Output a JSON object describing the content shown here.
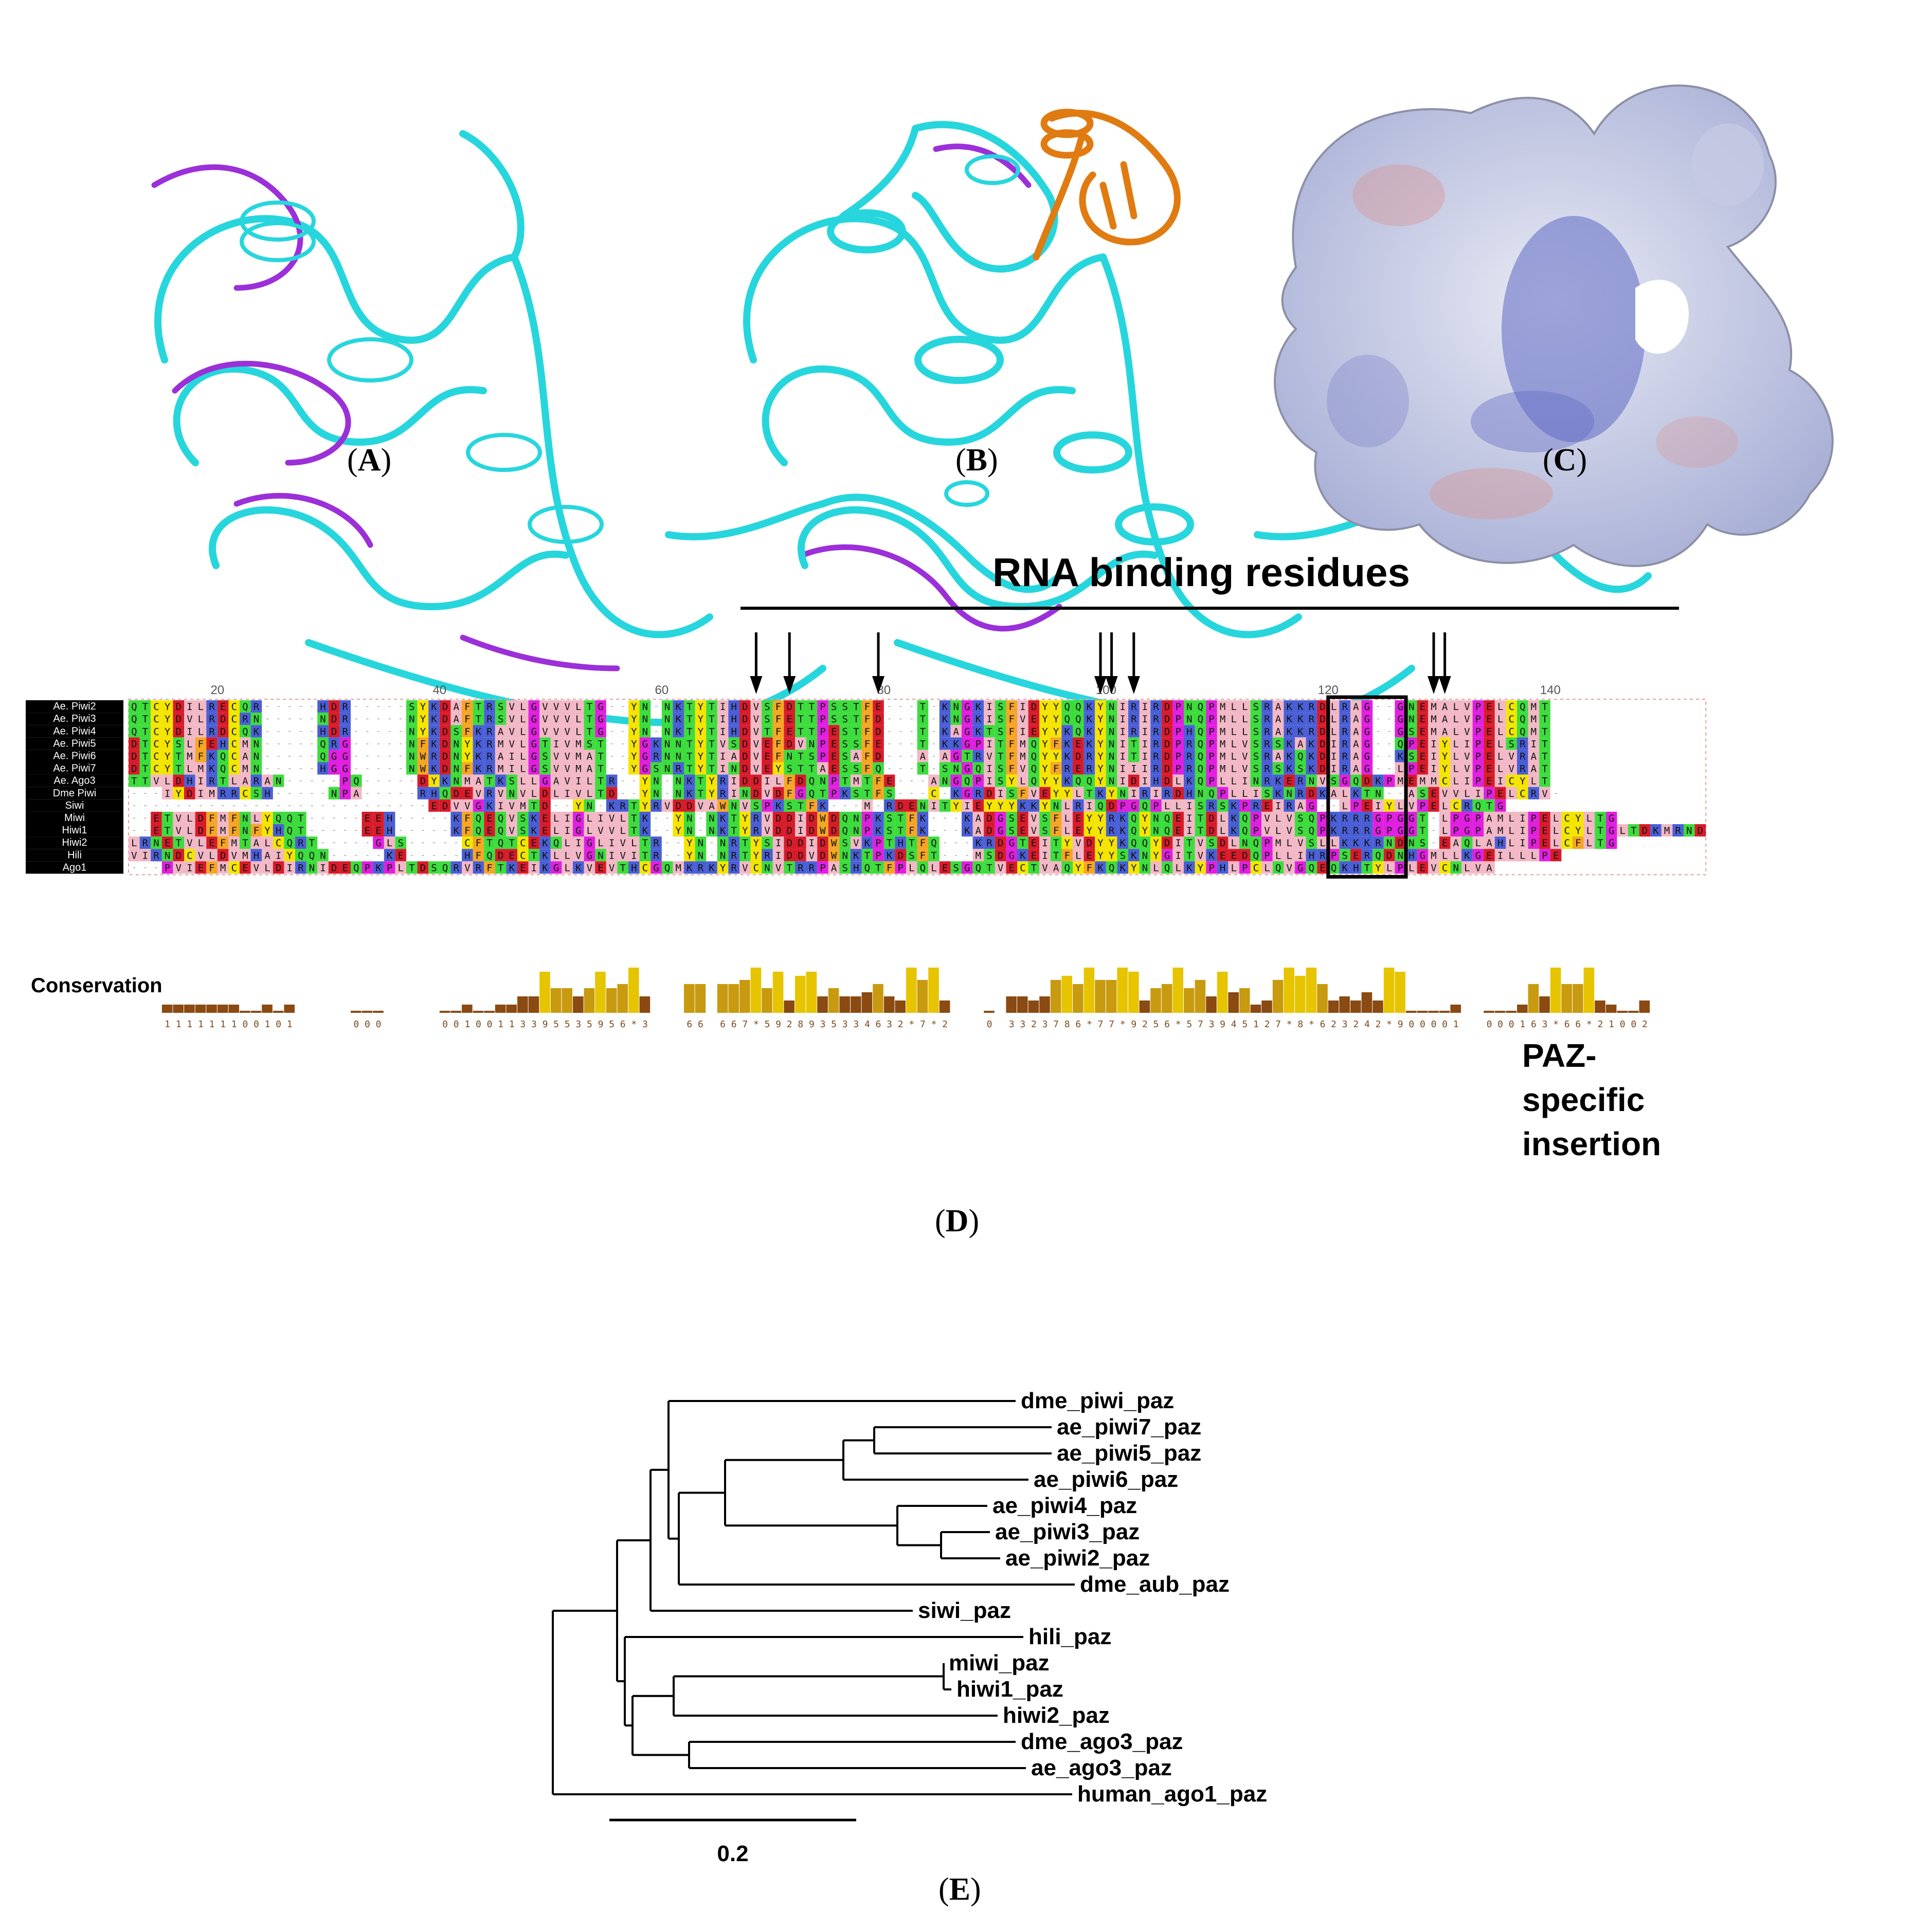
{
  "panels": {
    "a": {
      "label_open": "(",
      "letter": "A",
      "label_close": ")"
    },
    "b": {
      "label_open": "(",
      "letter": "B",
      "label_close": ")"
    },
    "c": {
      "label_open": "(",
      "letter": "C",
      "label_close": ")"
    },
    "d": {
      "label_open": "(",
      "letter": "D",
      "label_close": ")"
    },
    "e": {
      "label_open": "(",
      "letter": "E",
      "label_close": ")"
    }
  },
  "structures": {
    "a_colors": [
      "#27d6dc",
      "#9b30d9"
    ],
    "b_colors": [
      "#27d6dc",
      "#e07b12"
    ],
    "c_colors": [
      "#c9cde6",
      "#6a74c9",
      "#d9a3a3"
    ]
  },
  "alignment": {
    "header": "RNA binding residues",
    "ruler_ticks": [
      "20",
      "40",
      "60",
      "80",
      "100",
      "120",
      "140"
    ],
    "sequences": [
      {
        "name": "Ae. Piwi2",
        "seq": "QTCYDILRECQR-----HDR-----SYKDAFTRSVLGVVVLTG--YN-NKTYTIHDVSFDTTPSSTFE---T-KNGKISFIDYYQQKYNIRIRDPNQPMLLSRAKKRDLRAG--GNEMALVPELCQMT"
      },
      {
        "name": "Ae. Piwi3",
        "seq": "QTCYDVLRDCRN-----NDR-----NYKDAFTRSVLGVVVLTG--YN-NKTYTIHDVSFETTPSSTFD---T-KNGKISFVEYYQQKYNIRIRDPNQPMLLSRAKKRDLRAG--GNEMALVPELCQMT"
      },
      {
        "name": "Ae. Piwi4",
        "seq": "QTCYDILRDCQK-----HDR-----NYKDSFKRAVLGVVVLTG--YN-NKTYTIHDVTFETTPESTFD---T-KAGKTSFIEYYKQKYNIRIRDPHQPMLLSRAKKRDLRAG--GSEMALVPELCQMT"
      },
      {
        "name": "Ae. Piwi5",
        "seq": "DTCYSLFEHCMN-----QRG-----NFKDNYKRMVLGTIVMST--YGKNNTYTVSDVEFDVNPESSFE---T-KKGPITFMQYFKEKYNITIRDPRQPMLVSRSKAKDIRAG--QPEIYLIPELSRIT"
      },
      {
        "name": "Ae. Piwi6",
        "seq": "DTCYTMFKQCAN-----QGG-----NWRDNYKRAILGSVVMAT--YGRNNTYTIADVEFNTSPESAFD---A-AGTRVTFMQYYKDRYNITIRDPRQPMLVSRAKQKDIRAG--KSEIYLVPELVRAT"
      },
      {
        "name": "Ae. Piwi7",
        "seq": "DTCYTLMKQCMN-----HGG-----NWKDNFKRMILGSVVMAT--YGSNRTYTINDVEYSTTAESSFQ---T-SNGQISFVQYFRERYNIIIRDPRQPMLVSRSKSKDIRAG--LPEIYLVPELVRAT"
      },
      {
        "name": "Ae. Ago3",
        "seq": "TTVLDHIRTLARAN-----PQ-----DYKNMATKSLLGAVILTR--YN-NKTYRIDDILFDQNPTMTFE---ANGQPISYLQYYKQQYNIDIHDLKQPLLINRKERNVSGQDKPMEMMCLIPEICYLT"
      },
      {
        "name": "Dme Piwi",
        "seq": "---IYDIMRRCSH-----NPA-----RHQDEVRVNVLDLIVLTD--YN-NKTYRINDVDFGQTPKSTFS---C-KGRDISFVEYYLTKYNIRIRDHNQPLLISKNRDKALKTN--ASEVVLIPELCRV-"
      },
      {
        "name": "Siwi",
        "seq": "---------------------------EDVVGKIVMTD--YN-KRTYRVDDVAWNVSPKSTFK---M-RDENITYIEYYYKKYNLRIQDPGQPLLISRSKPREIRAG--LPEIYLVPELCRQTG"
      },
      {
        "name": "Miwi",
        "seq": "--ETVLDFMFNLYQQT-----EEH-----KFQEQVSKELIGLIVLTK--YN-NKTYRVDDIDWDQNPKSTFK---KADGSEVSFLEYYRKQYNQEITDLKQPVLVSQPKRRRGPGGT-LPGPAMLIPELCYLTG"
      },
      {
        "name": "Hiwi1",
        "seq": "--ETVLDFMFNFYHQT-----EEH-----KFQEQVSKELIGLVVLTK--YN-NKTYRVDDIDWDQNPKSTFK---KADGSEVSFLEYYRKQYNQEITDLKQPVLVSQPKRRRGPGGT-LPGPAMLIPELCYLTGLTDKMRND"
      },
      {
        "name": "Hiwi2",
        "seq": "LRNETVLEFMTALCQRT-----GLS-----CFTQTCEKQLIGLIVLTR--YN-NRTYSIDDIDWSVKPTHTFQ---KRDGTEITYVDYYKQQYDITVSDLNQPMLVSLLKKKRNDNS-EAQLAHLIPELCFLTG"
      },
      {
        "name": "Hili",
        "seq": "VIRNDCVLDVMHAIYQQN-----KE-----HFQDECTKLLVGNIVITR--YN-NRTYRIDDVDWNKTPKDSFT---MSDGKEITFLEYYSKNYGITVKEEDQPLLIHRPSERQDNHGMLLKGEILLLPE"
      },
      {
        "name": "Ago1",
        "seq": "---PVIEFMCEVLDIRNIDEQPKPLTDSQRVRFTKEIKGLKVEVTHCGQMKRKYRVCNVTRRPASHQTFPLQLESGQTVECTVAQYFKQKYNLQLKYPHLPCLQVGQEQKHTYLPLEVCNLVA"
      }
    ],
    "conservation_label": "Conservation",
    "conservation_scores": "---111111100101-----000-----00100113395535956 3---66-667 5928935334632 7 2---0-3323786 77 9256 573945127 8 623242 900001--000163 66 21002--",
    "arrow_positions": [
      56,
      59,
      67,
      87,
      88,
      90,
      117,
      118
    ],
    "insertion_label": "PAZ-specific insertion",
    "insertion_lines": [
      "PAZ-",
      "specific",
      "insertion"
    ]
  },
  "tree": {
    "leaves": [
      "dme_piwi_paz",
      "ae_piwi7_paz",
      "ae_piwi5_paz",
      "ae_piwi6_paz",
      "ae_piwi4_paz",
      "ae_piwi3_paz",
      "ae_piwi2_paz",
      "dme_aub_paz",
      "siwi_paz",
      "hili_paz",
      "miwi_paz",
      "hiwi1_paz",
      "hiwi2_paz",
      "dme_ago3_paz",
      "ae_ago3_paz",
      "human_ago1_paz"
    ],
    "scale_bar_value": 0.2,
    "scale_label": "0.2"
  }
}
